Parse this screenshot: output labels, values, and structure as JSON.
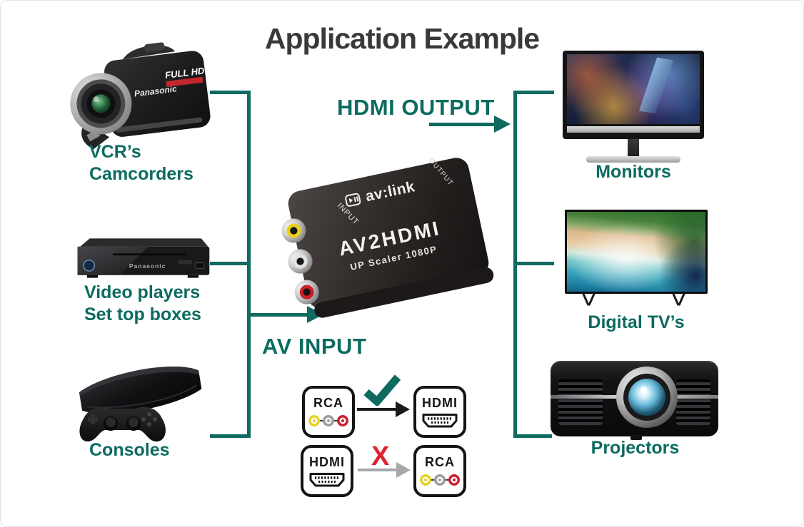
{
  "title": "Application Example",
  "colors": {
    "teal": "#0f6a60",
    "title_gray": "#39393b",
    "error_red": "#e1232d"
  },
  "flow": {
    "output_label": "HDMI OUTPUT",
    "input_label": "AV INPUT"
  },
  "sources": {
    "camcorder": {
      "label_line1": "VCR’s",
      "label_line2": "Camcorders",
      "brand": "Panasonic",
      "badge": "FULL HD"
    },
    "video_player": {
      "label_line1": "Video players",
      "label_line2": "Set top boxes",
      "brand": "Panasonic"
    },
    "console": {
      "label": "Consoles"
    }
  },
  "outputs": {
    "monitor": {
      "label": "Monitors"
    },
    "digital_tv": {
      "label": "Digital TV’s"
    },
    "projector": {
      "label": "Projectors"
    }
  },
  "converter": {
    "brand": "av:link",
    "model": "AV2HDMI",
    "subtitle": "UP Scaler 1080P",
    "input_port": "INPUT",
    "output_port": "OUTPUT"
  },
  "compatibility": {
    "row1": {
      "from": "RCA",
      "to": "HDMI",
      "mark": "✓",
      "allowed": "true"
    },
    "row2": {
      "from": "HDMI",
      "to": "RCA",
      "mark": "X",
      "allowed": "false"
    }
  }
}
